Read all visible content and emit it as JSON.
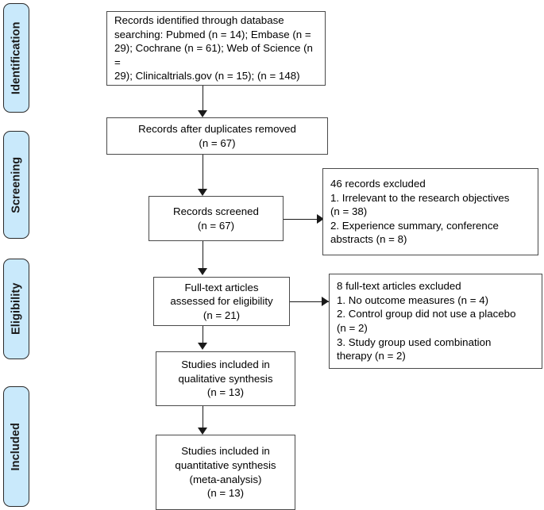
{
  "diagram": {
    "type": "prisma-flow-diagram",
    "phases": [
      {
        "id": "identification",
        "label": "Identification"
      },
      {
        "id": "screening",
        "label": "Screening"
      },
      {
        "id": "eligibility",
        "label": "Eligibility"
      },
      {
        "id": "included",
        "label": "Included"
      }
    ],
    "colors": {
      "phase_fill": "#c9e9fb",
      "phase_border": "#2b2b2b",
      "box_border": "#4a4a4a",
      "connector": "#1a1a1a",
      "text": "#000000",
      "background": "#ffffff"
    },
    "boxes": {
      "records_identified": {
        "lines": [
          "Records identified through database",
          "searching: Pubmed (n = 14); Embase (n =",
          "29); Cochrane (n = 61); Web of Science (n =",
          "29); Clinicaltrials.gov (n = 15);  (n = 148)"
        ]
      },
      "duplicates_removed": {
        "lines": [
          "Records after duplicates removed",
          "(n = 67)"
        ]
      },
      "records_screened": {
        "lines": [
          "Records screened",
          "(n = 67)"
        ]
      },
      "records_excluded": {
        "lines": [
          "46 records excluded",
          "1. Irrelevant to the research objectives",
          "(n = 38)",
          "2. Experience summary, conference",
          "abstracts (n = 8)"
        ]
      },
      "fulltext_assessed": {
        "lines": [
          "Full-text articles",
          "assessed for eligibility",
          "(n = 21)"
        ]
      },
      "fulltext_excluded": {
        "lines": [
          "8 full-text articles excluded",
          "1. No outcome measures (n = 4)",
          "2. Control group did not use a placebo",
          "(n = 2)",
          "3. Study group used combination",
          "therapy (n = 2)"
        ]
      },
      "qualitative_synthesis": {
        "lines": [
          "Studies included in",
          "qualitative synthesis",
          "(n = 13)"
        ]
      },
      "quantitative_synthesis": {
        "lines": [
          "Studies included in",
          "quantitative synthesis",
          "(meta-analysis)",
          "(n = 13)"
        ]
      }
    }
  }
}
